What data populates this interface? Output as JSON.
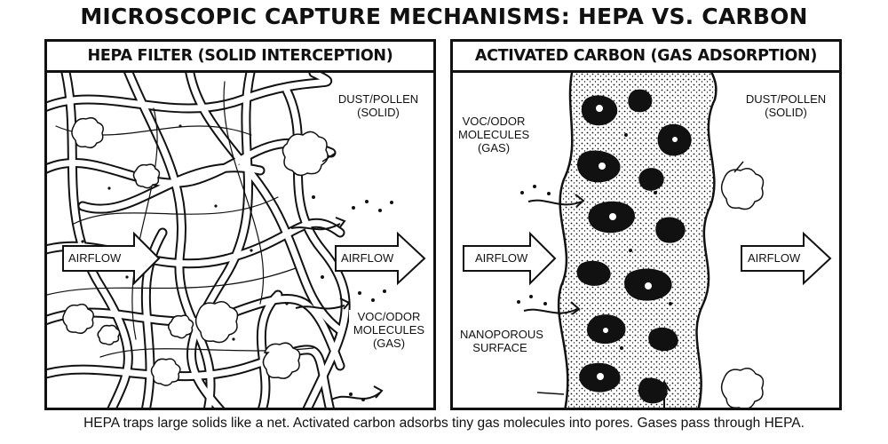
{
  "title": "MICROSCOPIC CAPTURE MECHANISMS: HEPA VS. CARBON",
  "hepa": {
    "header": "HEPA FILTER (SOLID INTERCEPTION)",
    "airflow_in": "AIRFLOW",
    "airflow_out": "AIRFLOW",
    "dust_label": [
      "DUST/POLLEN",
      "(SOLID)"
    ],
    "voc_label": [
      "VOC/ODOR",
      "MOLECULES",
      "(GAS)"
    ]
  },
  "carbon": {
    "header": "ACTIVATED CARBON (GAS ADSORPTION)",
    "airflow_in": "AIRFLOW",
    "airflow_out": "AIRFLOW",
    "voc_label": [
      "VOC/ODOR",
      "MOLECULES",
      "(GAS)"
    ],
    "dust_label": [
      "DUST/POLLEN",
      "(SOLID)"
    ],
    "surface_label": [
      "NANOPOROUS",
      "SURFACE"
    ]
  },
  "caption": "HEPA traps large solids like a net. Activated carbon adsorbs tiny gas molecules into pores. Gases pass through HEPA."
}
